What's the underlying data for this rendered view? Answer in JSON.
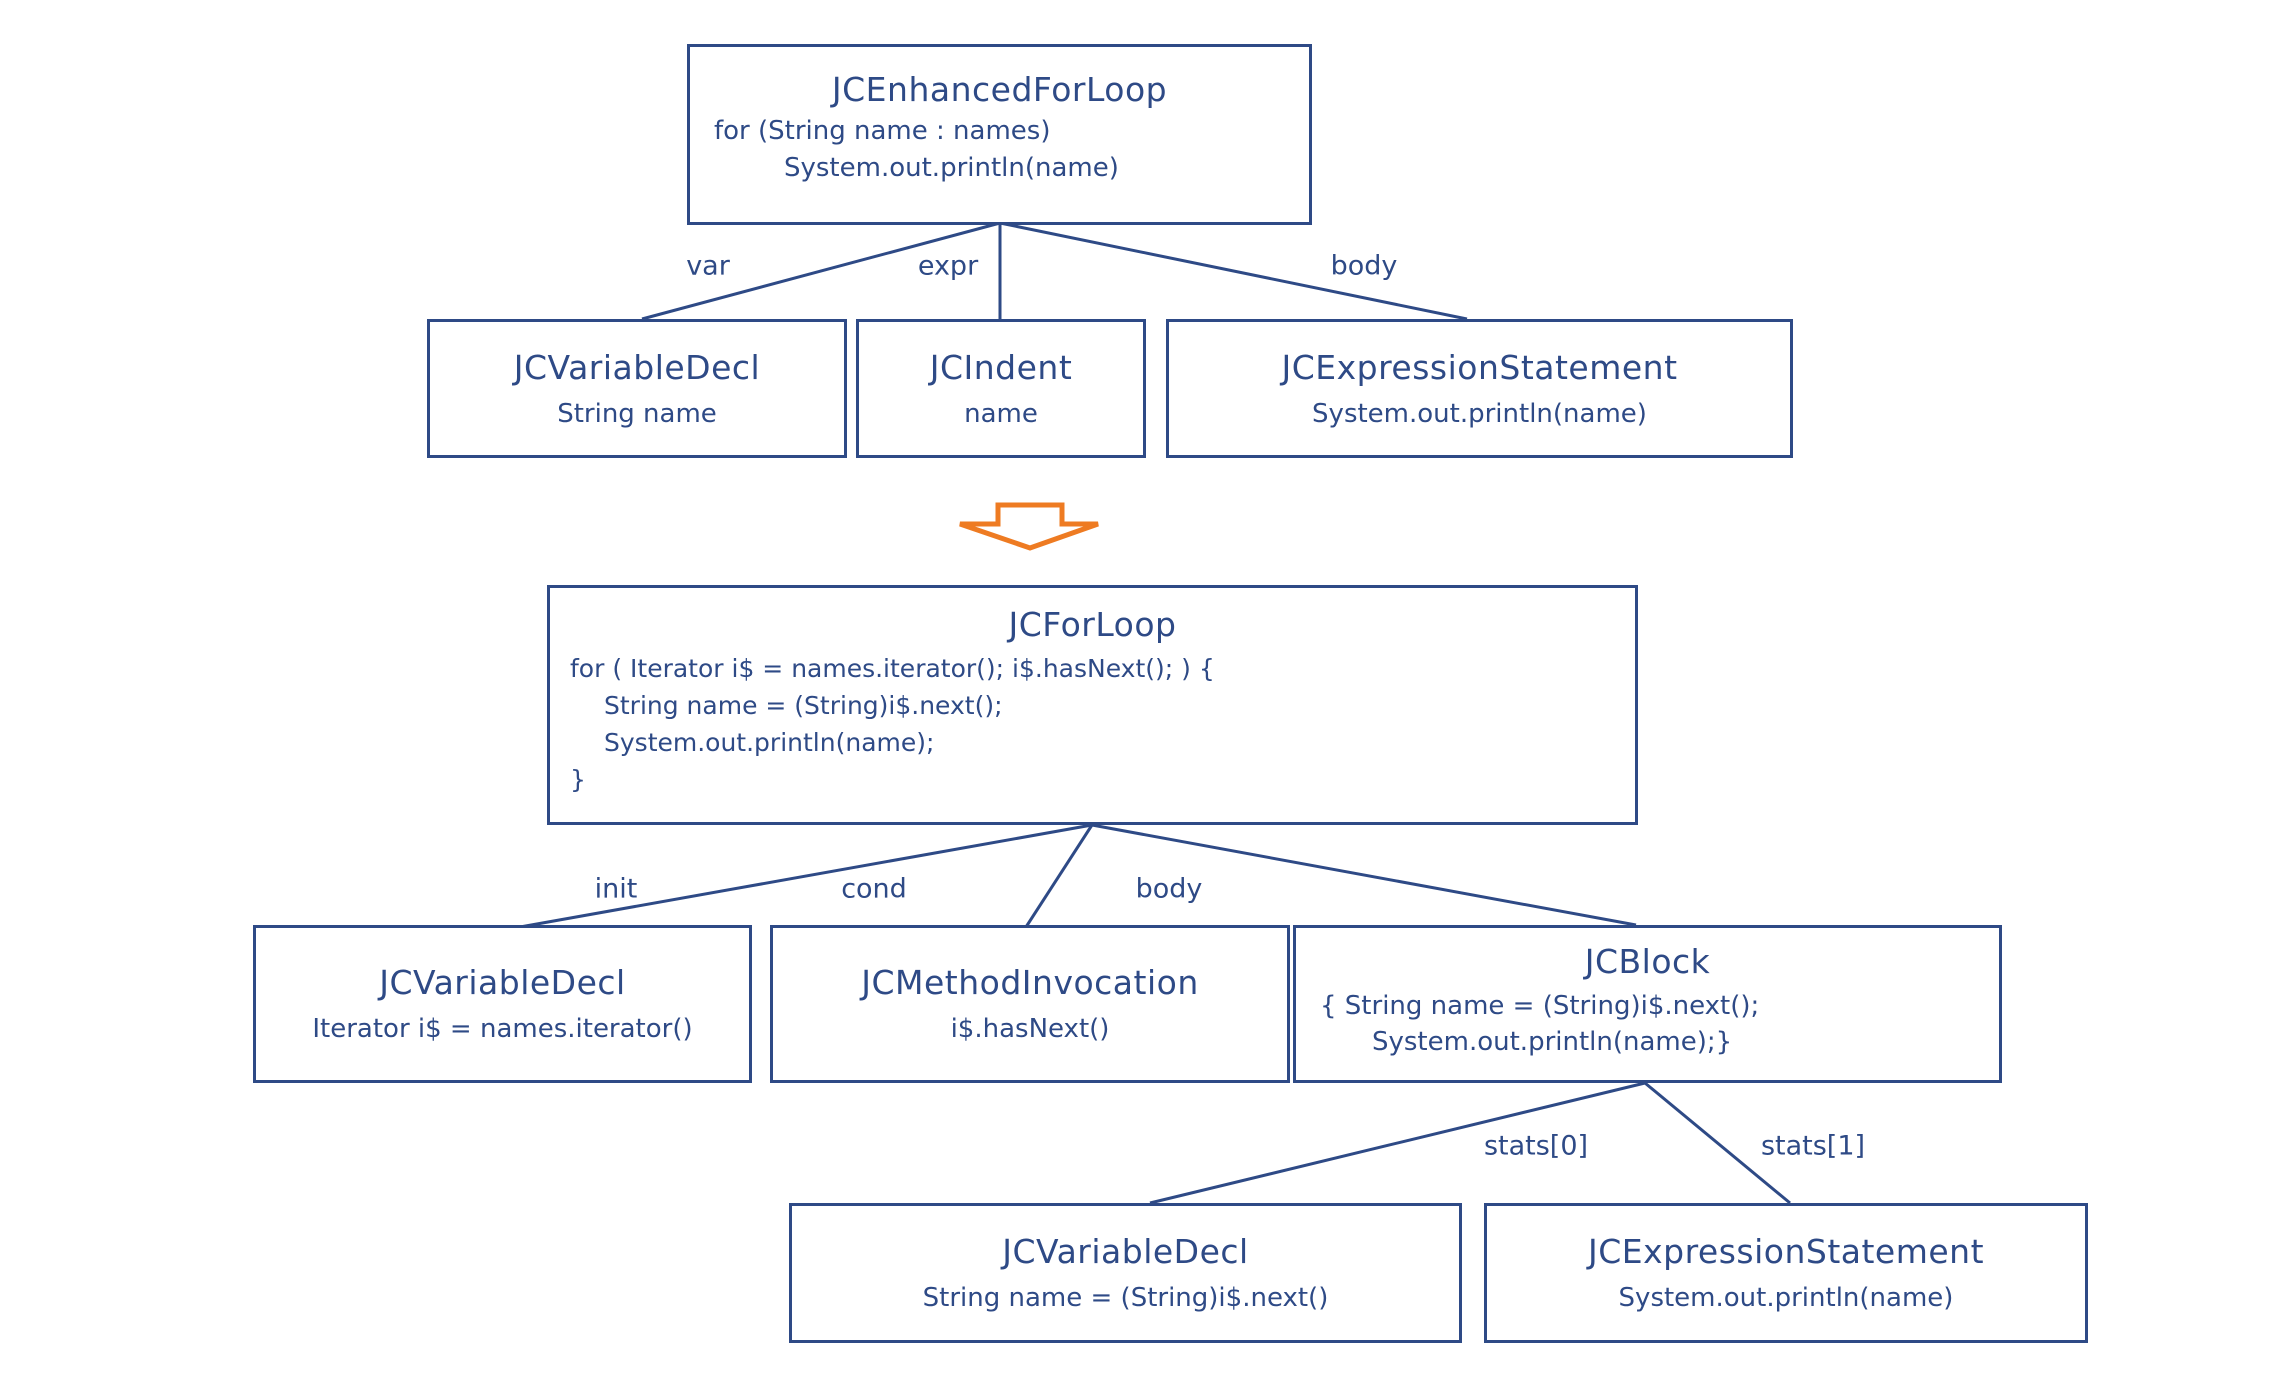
{
  "colors": {
    "line": "#2e4a86",
    "arrow": "#ee7b22",
    "background": "#ffffff"
  },
  "nodes": {
    "enhanced_for": {
      "title": "JCEnhancedForLoop",
      "code": [
        "for (String name : names)",
        "System.out.println(name)"
      ]
    },
    "var_decl_name": {
      "title": "JCVariableDecl",
      "code": [
        "String name"
      ]
    },
    "ident_name": {
      "title": "JCIndent",
      "code": [
        "name"
      ]
    },
    "expr_stmt_top": {
      "title": "JCExpressionStatement",
      "code": [
        "System.out.println(name)"
      ]
    },
    "for_loop": {
      "title": "JCForLoop",
      "code": [
        "for ( Iterator i$ = names.iterator(); i$.hasNext(); ) {",
        "String name = (String)i$.next();",
        "System.out.println(name);",
        "}"
      ]
    },
    "var_decl_iterator": {
      "title": "JCVariableDecl",
      "code": [
        "Iterator i$ = names.iterator()"
      ]
    },
    "method_invocation": {
      "title": "JCMethodInvocation",
      "code": [
        "i$.hasNext()"
      ]
    },
    "block": {
      "title": "JCBlock",
      "code": [
        "{ String name = (String)i$.next();",
        "System.out.println(name);}"
      ]
    },
    "var_decl_next": {
      "title": "JCVariableDecl",
      "code": [
        "String name = (String)i$.next()"
      ]
    },
    "expr_stmt_bottom": {
      "title": "JCExpressionStatement",
      "code": [
        "System.out.println(name)"
      ]
    }
  },
  "edge_labels": {
    "var": "var",
    "expr": "expr",
    "body_top": "body",
    "init": "init",
    "cond": "cond",
    "body_mid": "body",
    "stats0": "stats[0]",
    "stats1": "stats[1]"
  }
}
